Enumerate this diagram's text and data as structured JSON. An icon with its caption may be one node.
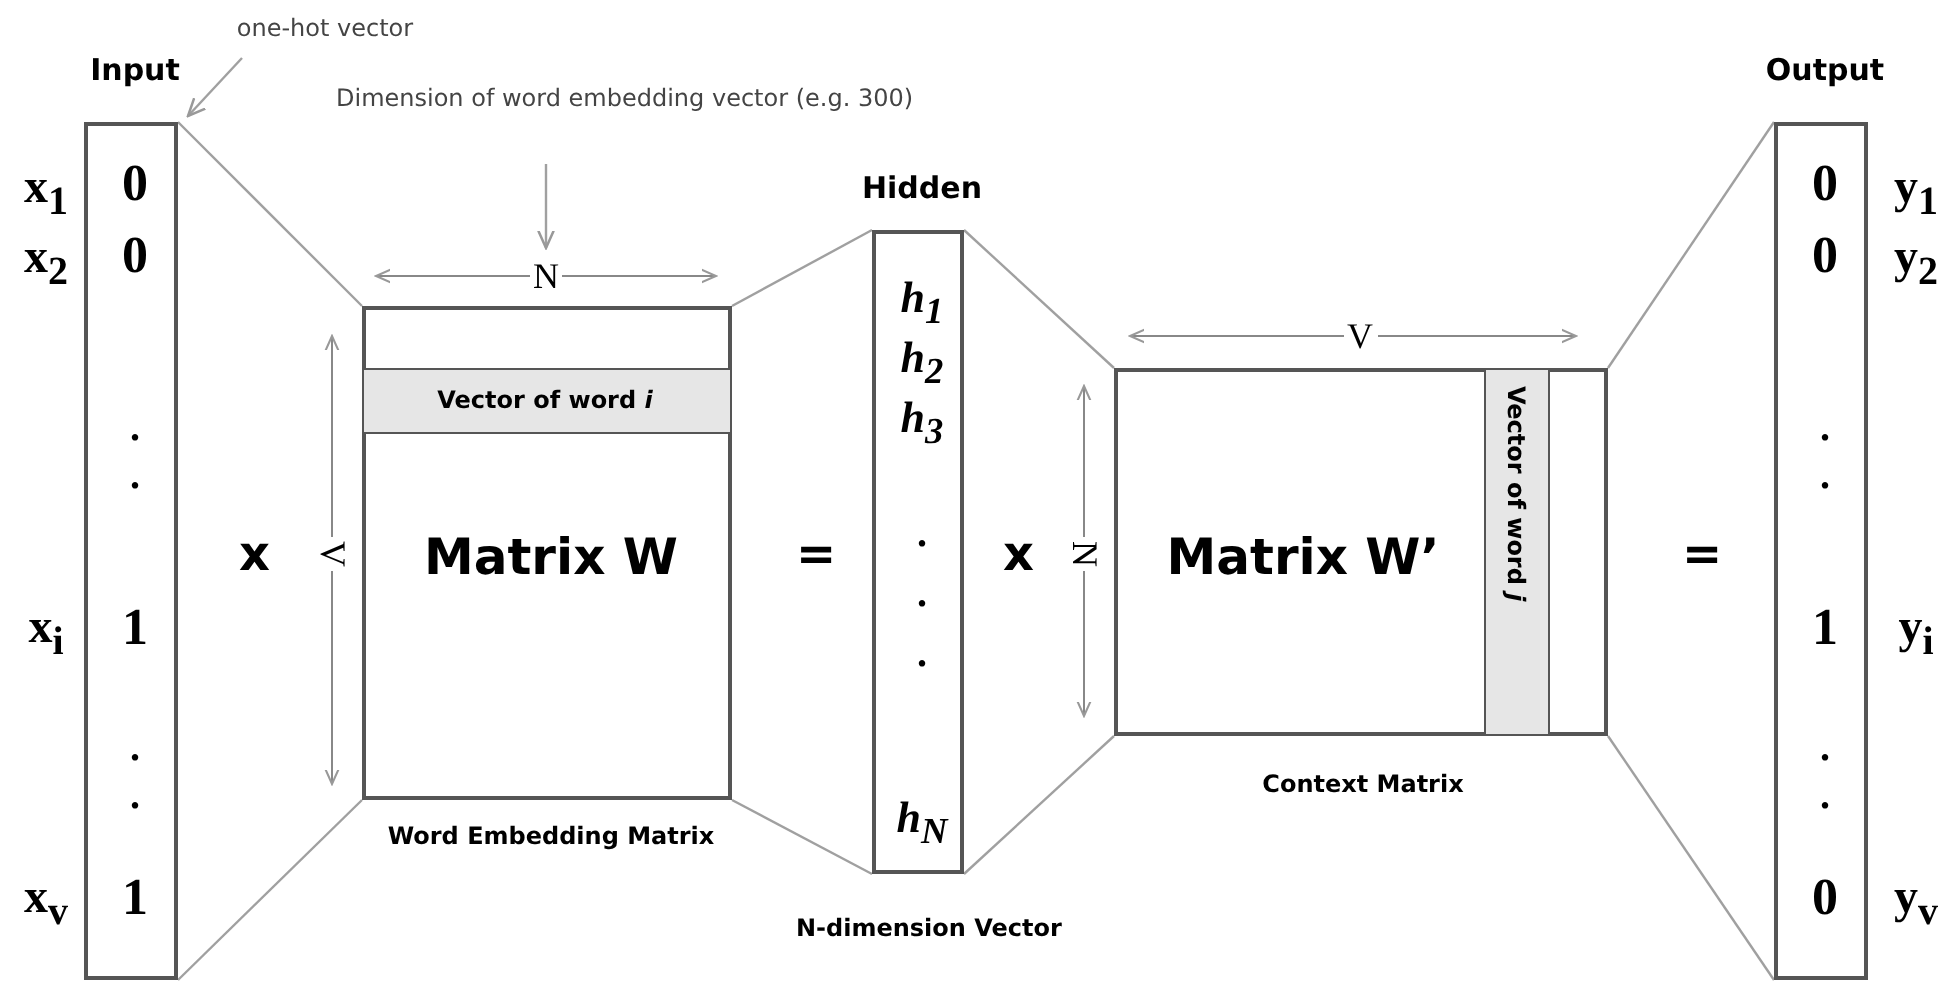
{
  "diagram": {
    "nodes": [
      {
        "text": [
          "Input",
          "0",
          "0",
          ".",
          ".",
          "1",
          ".",
          ".",
          "1"
        ],
        "beside": [
          "x$_{1}$",
          "x$_{2}$",
          "x$_{i}$",
          "x$_{v}$"
        ]
      },
      {
        "text": [
          "Matrix W"
        ],
        "beside": [
          "Word Embedding Matrix"
        ]
      },
      {
        "text": [
          "Vector of word *i*"
        ],
        "in": 1
      },
      {
        "text": [
          "Hidden",
          "h$_{1}$",
          "h$_{2}$",
          "h$_{3}$",
          ".",
          ".",
          ".",
          "h$_{N}$"
        ],
        "beside": [
          "N-dimension Vector"
        ]
      },
      {
        "text": [
          "Matrix W’"
        ],
        "beside": [
          "Context Matrix"
        ]
      },
      {
        "text": [
          "Vector of word *j*"
        ],
        "in": 4
      },
      {
        "text": [
          "Output",
          "0",
          "0",
          ".",
          ".",
          "1",
          ".",
          ".",
          "0"
        ],
        "beside": [
          "y$_{1}$",
          "y$_{2}$",
          "y$_{i}$",
          "y$_{v}$"
        ]
      },
      {
        "text": [
          "one-hot vector"
        ]
      },
      {
        "text": [
          "Dimension of word embedding vector (e.g. 300)"
        ]
      },
      {
        "text": [
          "N"
        ]
      }
    ],
    "edges": [
      {
        "from": 0,
        "to": 1,
        "arrow": "none"
      },
      {
        "from": 0,
        "to": 1,
        "arrow": "none"
      },
      {
        "from": 1,
        "to": 3,
        "arrow": "none"
      },
      {
        "from": 1,
        "to": 3,
        "arrow": "none"
      },
      {
        "from": 3,
        "to": 4,
        "arrow": "none"
      },
      {
        "from": 3,
        "to": 4,
        "arrow": "none"
      },
      {
        "from": 4,
        "to": 6,
        "arrow": "none"
      },
      {
        "from": 4,
        "to": 6,
        "arrow": "none"
      },
      {
        "from": 7,
        "to": 0,
        "arrow": "to"
      },
      {
        "from": 8,
        "to": 9,
        "arrow": "to"
      }
    ],
    "labels": [
      "x",
      "V",
      "=",
      "V",
      "x",
      "N",
      "="
    ]
  }
}
